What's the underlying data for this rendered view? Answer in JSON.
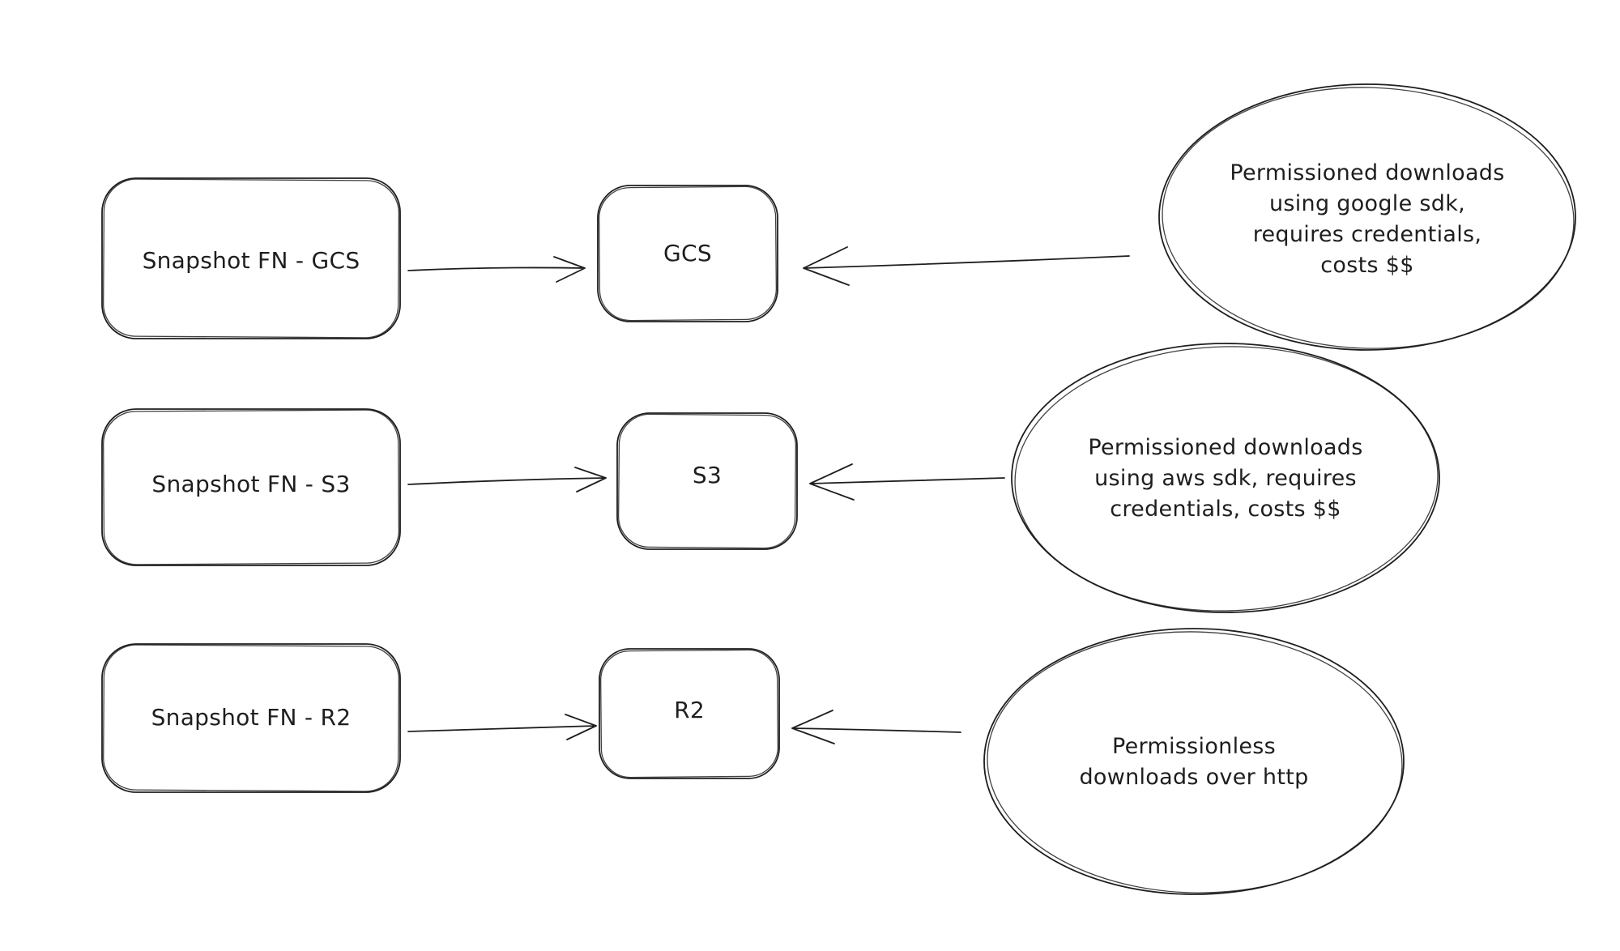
{
  "diagram": {
    "background": "#ffffff",
    "stroke_color": "#1e1e1e",
    "rows": [
      {
        "source": {
          "label": "Snapshot FN - GCS"
        },
        "target": {
          "label": "GCS"
        },
        "annotation": {
          "lines": [
            "Permissioned downloads",
            "using google sdk,",
            "requires credentials,",
            "costs $$"
          ]
        }
      },
      {
        "source": {
          "label": "Snapshot FN - S3"
        },
        "target": {
          "label": "S3"
        },
        "annotation": {
          "lines": [
            "Permissioned downloads",
            "using aws sdk, requires",
            "credentials, costs $$"
          ]
        }
      },
      {
        "source": {
          "label": "Snapshot FN - R2"
        },
        "target": {
          "label": "R2"
        },
        "annotation": {
          "lines": [
            "Permissionless",
            "downloads over http"
          ]
        }
      }
    ],
    "edges": [
      {
        "from": "Snapshot FN - GCS",
        "to": "GCS"
      },
      {
        "from": "Permissioned downloads using google sdk, requires credentials, costs $$",
        "to": "GCS"
      },
      {
        "from": "Snapshot FN - S3",
        "to": "S3"
      },
      {
        "from": "Permissioned downloads using aws sdk, requires credentials, costs $$",
        "to": "S3"
      },
      {
        "from": "Snapshot FN - R2",
        "to": "R2"
      },
      {
        "from": "Permissionless downloads over http",
        "to": "R2"
      }
    ]
  }
}
